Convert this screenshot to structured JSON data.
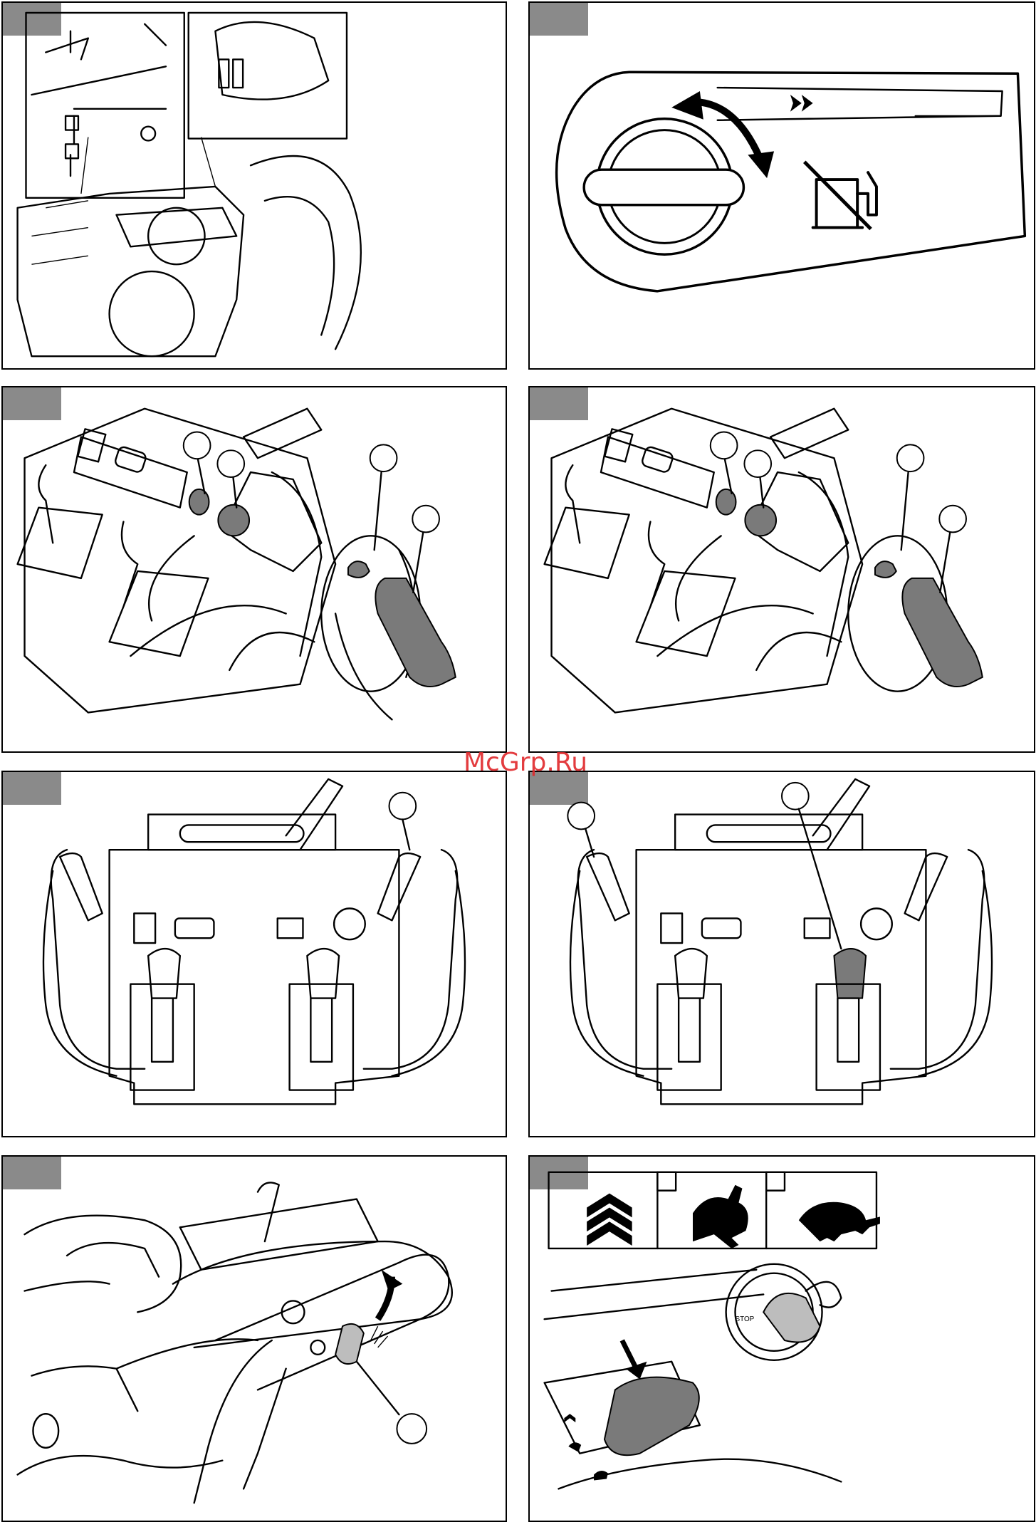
{
  "page": {
    "title": ""
  },
  "watermark": {
    "text": "McGrp.Ru"
  },
  "panels": [
    {
      "id": "p1",
      "subject": "engine-drain-overview"
    },
    {
      "id": "p2",
      "subject": "fuel-valve-decal"
    },
    {
      "id": "p3",
      "subject": "control-panel-callouts"
    },
    {
      "id": "p4",
      "subject": "control-panel-callouts-alt"
    },
    {
      "id": "p5",
      "subject": "handlebar-front-view"
    },
    {
      "id": "p6",
      "subject": "handlebar-front-view-lever"
    },
    {
      "id": "p7",
      "subject": "trigger-lock-lever"
    },
    {
      "id": "p8",
      "subject": "speed-selector-ignition"
    }
  ],
  "decal": {
    "stop_label": "STOP"
  },
  "colors": {
    "tab": "#8a8a8a",
    "border": "#000000",
    "watermark": "#e0282b",
    "highlight": "#7a7a7a"
  }
}
